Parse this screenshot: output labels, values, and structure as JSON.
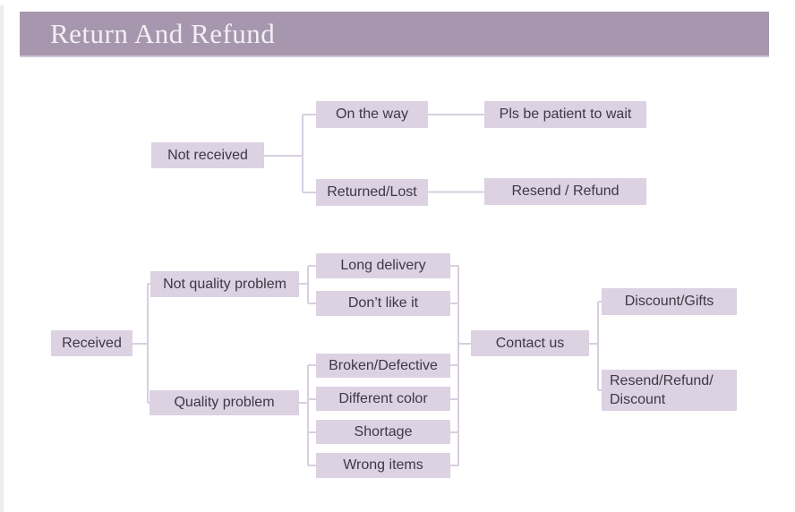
{
  "colors": {
    "page_bg": "#ffffff",
    "edge_strip": "#ececec",
    "header_bg": "#a697af",
    "header_text": "#f3eff4",
    "box_fill": "#dcd2e2",
    "box_text": "#3e3844",
    "connector": "#d8cfdf"
  },
  "header": {
    "title": "Return And Refund"
  },
  "diagram": {
    "nodes": {
      "not_received": {
        "label": "Not received"
      },
      "on_the_way": {
        "label": "On the way"
      },
      "pls_wait": {
        "label": "Pls be patient to wait"
      },
      "returned_lost": {
        "label": "Returned/Lost"
      },
      "resend_refund": {
        "label": "Resend / Refund"
      },
      "received": {
        "label": "Received"
      },
      "not_quality_problem": {
        "label": "Not quality problem"
      },
      "quality_problem": {
        "label": "Quality problem"
      },
      "long_delivery": {
        "label": "Long delivery"
      },
      "dont_like_it": {
        "label": "Don’t like it"
      },
      "broken_defective": {
        "label": "Broken/Defective"
      },
      "different_color": {
        "label": "Different color"
      },
      "shortage": {
        "label": "Shortage"
      },
      "wrong_items": {
        "label": "Wrong items"
      },
      "contact_us": {
        "label": "Contact us"
      },
      "discount_gifts": {
        "label": "Discount/Gifts"
      },
      "resend_refund_discount": {
        "line1": "Resend/Refund/",
        "line2": "Discount"
      }
    },
    "edges": [
      {
        "from": "not_received",
        "to": "on_the_way"
      },
      {
        "from": "not_received",
        "to": "returned_lost"
      },
      {
        "from": "on_the_way",
        "to": "pls_wait"
      },
      {
        "from": "returned_lost",
        "to": "resend_refund"
      },
      {
        "from": "received",
        "to": "not_quality_problem"
      },
      {
        "from": "received",
        "to": "quality_problem"
      },
      {
        "from": "not_quality_problem",
        "to": "long_delivery"
      },
      {
        "from": "not_quality_problem",
        "to": "dont_like_it"
      },
      {
        "from": "quality_problem",
        "to": "broken_defective"
      },
      {
        "from": "quality_problem",
        "to": "different_color"
      },
      {
        "from": "quality_problem",
        "to": "shortage"
      },
      {
        "from": "quality_problem",
        "to": "wrong_items"
      },
      {
        "from": "long_delivery",
        "to": "contact_us"
      },
      {
        "from": "dont_like_it",
        "to": "contact_us"
      },
      {
        "from": "broken_defective",
        "to": "contact_us"
      },
      {
        "from": "different_color",
        "to": "contact_us"
      },
      {
        "from": "shortage",
        "to": "contact_us"
      },
      {
        "from": "wrong_items",
        "to": "contact_us"
      },
      {
        "from": "contact_us",
        "to": "discount_gifts"
      },
      {
        "from": "contact_us",
        "to": "resend_refund_discount"
      }
    ]
  }
}
